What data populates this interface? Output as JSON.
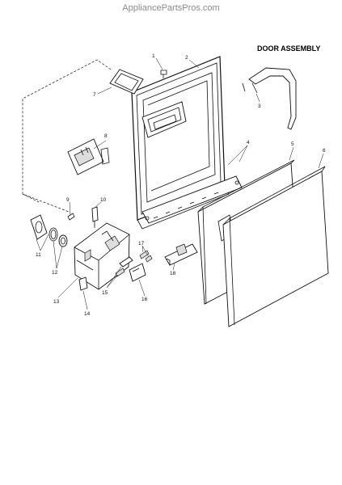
{
  "header": {
    "watermark": "AppliancePartsPros.com",
    "title": "DOOR ASSEMBLY"
  },
  "callouts": {
    "c1": "1",
    "c2": "2",
    "c3": "3",
    "c4": "4",
    "c5": "5",
    "c6": "6",
    "c7": "7",
    "c8": "8",
    "c9": "9",
    "c10": "10",
    "c11": "11",
    "c12": "12",
    "c13": "13",
    "c14": "14",
    "c15": "15",
    "c16": "16",
    "c17": "17",
    "c18": "18"
  }
}
